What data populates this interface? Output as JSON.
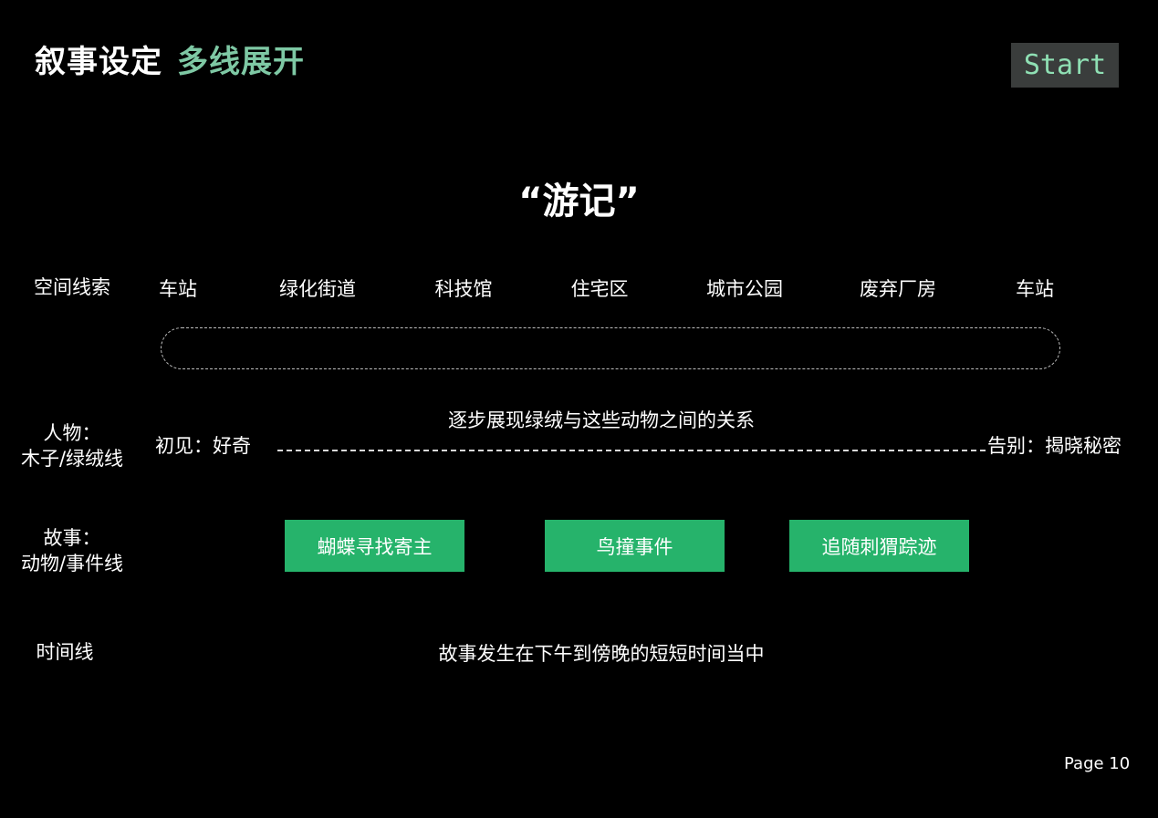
{
  "header": {
    "title": "叙事设定",
    "subtitle": "多线展开",
    "start_label": "Start",
    "accent_color": "#7ec8a4"
  },
  "heading": "“游记”",
  "space_line": {
    "label": "空间线索",
    "stations": [
      "车站",
      "绿化街道",
      "科技馆",
      "住宅区",
      "城市公园",
      "废弃厂房",
      "车站"
    ]
  },
  "character_line": {
    "label_line1": "人物：",
    "label_line2": "木子/绿绒线",
    "start_text": "初见：好奇",
    "middle_text": "逐步展现绿绒与这些动物之间的关系",
    "end_text": "告别：揭晓秘密"
  },
  "story_line": {
    "label_line1": "故事：",
    "label_line2": "动物/事件线",
    "events": [
      "蝴蝶寻找寄主",
      "鸟撞事件",
      "追随刺猬踪迹"
    ],
    "event_color": "#26b36b"
  },
  "time_line": {
    "label": "时间线",
    "text": "故事发生在下午到傍晚的短短时间当中"
  },
  "footer": {
    "page": "Page 10"
  }
}
